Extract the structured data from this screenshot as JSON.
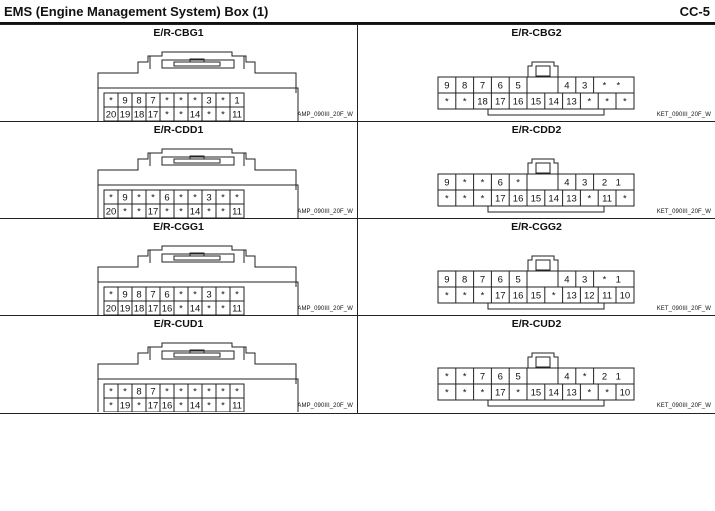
{
  "header": {
    "title": "EMS (Engine Management System) Box (1)",
    "page": "CC-5"
  },
  "connectors": [
    {
      "id": "cbg1",
      "title": "E/R-CBG1",
      "style": "amp",
      "ref": "AMP_090III_20F_W",
      "top": [
        "*",
        "9",
        "8",
        "7",
        "*",
        "*",
        "*",
        "3",
        "*",
        "1"
      ],
      "bottom": [
        "20",
        "19",
        "18",
        "17",
        "*",
        "*",
        "14",
        "*",
        "*",
        "11"
      ]
    },
    {
      "id": "cbg2",
      "title": "E/R-CBG2",
      "style": "ket",
      "ref": "KET_090III_20F_W",
      "top": [
        "9",
        "8",
        "7",
        "6",
        "5",
        "",
        "4",
        "3",
        "*",
        "*"
      ],
      "bottom": [
        "*",
        "*",
        "18",
        "17",
        "16",
        "15",
        "14",
        "13",
        "*",
        "*",
        "*"
      ]
    },
    {
      "id": "cdd1",
      "title": "E/R-CDD1",
      "style": "amp",
      "ref": "AMP_090III_20F_W",
      "top": [
        "*",
        "9",
        "*",
        "*",
        "6",
        "*",
        "*",
        "3",
        "*",
        "*"
      ],
      "bottom": [
        "20",
        "*",
        "*",
        "17",
        "*",
        "*",
        "14",
        "*",
        "*",
        "11"
      ]
    },
    {
      "id": "cdd2",
      "title": "E/R-CDD2",
      "style": "ket",
      "ref": "KET_090III_20F_W",
      "top": [
        "9",
        "*",
        "*",
        "6",
        "*",
        "",
        "4",
        "3",
        "2",
        "1"
      ],
      "bottom": [
        "*",
        "*",
        "*",
        "17",
        "16",
        "15",
        "14",
        "13",
        "*",
        "11",
        "*"
      ]
    },
    {
      "id": "cgg1",
      "title": "E/R-CGG1",
      "style": "amp",
      "ref": "AMP_090III_20F_W",
      "top": [
        "*",
        "9",
        "8",
        "7",
        "6",
        "*",
        "*",
        "3",
        "*",
        "*"
      ],
      "bottom": [
        "20",
        "19",
        "18",
        "17",
        "16",
        "*",
        "14",
        "*",
        "*",
        "11"
      ]
    },
    {
      "id": "cgg2",
      "title": "E/R-CGG2",
      "style": "ket",
      "ref": "KET_090III_20F_W",
      "top": [
        "9",
        "8",
        "7",
        "6",
        "5",
        "",
        "4",
        "3",
        "*",
        "1"
      ],
      "bottom": [
        "*",
        "*",
        "*",
        "17",
        "16",
        "15",
        "*",
        "13",
        "12",
        "11",
        "10"
      ]
    },
    {
      "id": "cud1",
      "title": "E/R-CUD1",
      "style": "amp",
      "ref": "AMP_090III_20F_W",
      "top": [
        "*",
        "*",
        "8",
        "7",
        "*",
        "*",
        "*",
        "*",
        "*",
        "*"
      ],
      "bottom": [
        "*",
        "19",
        "*",
        "17",
        "16",
        "*",
        "14",
        "*",
        "*",
        "11"
      ]
    },
    {
      "id": "cud2",
      "title": "E/R-CUD2",
      "style": "ket",
      "ref": "KET_090III_20F_W",
      "top": [
        "*",
        "*",
        "7",
        "6",
        "5",
        "",
        "4",
        "*",
        "2",
        "1"
      ],
      "bottom": [
        "*",
        "*",
        "*",
        "17",
        "*",
        "15",
        "14",
        "13",
        "*",
        "*",
        "10"
      ]
    }
  ]
}
